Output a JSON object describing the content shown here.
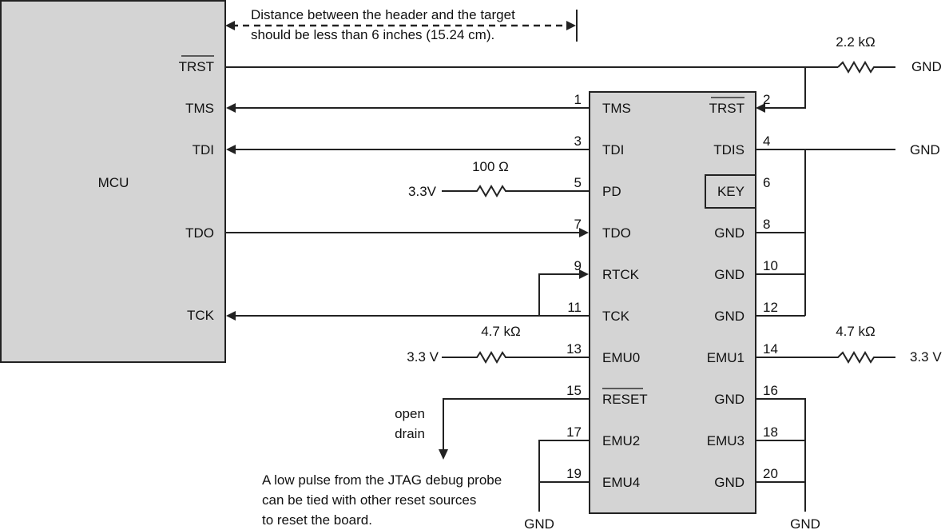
{
  "mcu": {
    "label": "MCU",
    "pins": [
      "TRST",
      "TMS",
      "TDI",
      "TDO",
      "TCK"
    ]
  },
  "note_distance": [
    "Distance between the header and the target",
    "should be less than 6 inches (15.24 cm)."
  ],
  "resistors": {
    "trst_pulldown": "2.2 kΩ",
    "pd_series": "100 Ω",
    "emu0_pullup": "4.7 kΩ",
    "emu1_pullup": "4.7 kΩ"
  },
  "supplies": {
    "pd": "3.3V",
    "emu0": "3.3 V",
    "emu1": "3.3 V"
  },
  "grounds": [
    "GND",
    "GND",
    "GND",
    "GND"
  ],
  "header": {
    "left_pins": [
      {
        "num": "1",
        "name": "TMS"
      },
      {
        "num": "3",
        "name": "TDI"
      },
      {
        "num": "5",
        "name": "PD"
      },
      {
        "num": "7",
        "name": "TDO"
      },
      {
        "num": "9",
        "name": "RTCK"
      },
      {
        "num": "11",
        "name": "TCK"
      },
      {
        "num": "13",
        "name": "EMU0"
      },
      {
        "num": "15",
        "name": "RESET"
      },
      {
        "num": "17",
        "name": "EMU2"
      },
      {
        "num": "19",
        "name": "EMU4"
      }
    ],
    "right_pins": [
      {
        "num": "2",
        "name": "TRST"
      },
      {
        "num": "4",
        "name": "TDIS"
      },
      {
        "num": "6",
        "name": "KEY"
      },
      {
        "num": "8",
        "name": "GND"
      },
      {
        "num": "10",
        "name": "GND"
      },
      {
        "num": "12",
        "name": "GND"
      },
      {
        "num": "14",
        "name": "EMU1"
      },
      {
        "num": "16",
        "name": "GND"
      },
      {
        "num": "18",
        "name": "EMU3"
      },
      {
        "num": "20",
        "name": "GND"
      }
    ]
  },
  "open_drain": [
    "open",
    "drain"
  ],
  "note_reset": [
    "A low pulse from the JTAG debug probe",
    "can be tied with other reset  sources",
    "to reset the board."
  ]
}
